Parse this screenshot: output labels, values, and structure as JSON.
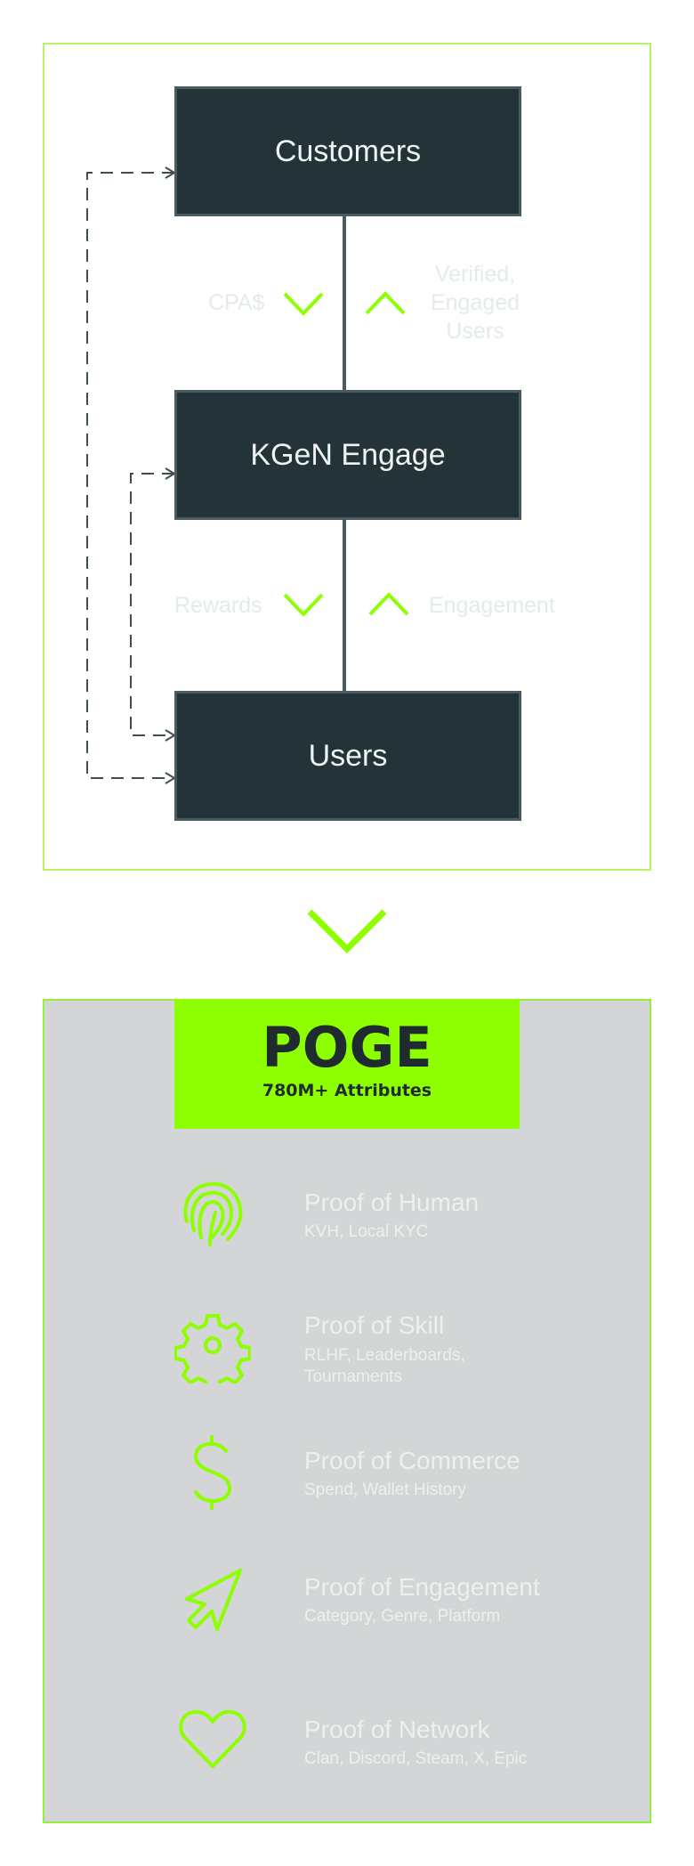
{
  "flow": {
    "nodes": {
      "customers": "Customers",
      "kgen": "KGeN Engage",
      "users": "Users"
    },
    "labels": {
      "cpa": "CPA$",
      "verified": [
        "Verified,",
        "Engaged",
        "Users"
      ],
      "rewards": "Rewards",
      "engagement": "Engagement"
    }
  },
  "poge": {
    "title": "POGE",
    "subtitle": "780M+ Attributes",
    "proofs": [
      {
        "icon": "fingerprint-icon",
        "title": "Proof of Human",
        "desc": [
          "KVH, Local KYC"
        ]
      },
      {
        "icon": "gear-icon",
        "title": "Proof of Skill",
        "desc": [
          "RLHF, Leaderboards,",
          "Tournaments"
        ]
      },
      {
        "icon": "dollar-icon",
        "title": "Proof of Commerce",
        "desc": [
          "Spend, Wallet History"
        ]
      },
      {
        "icon": "cursor-arrow-icon",
        "title": "Proof of Engagement",
        "desc": [
          "Category, Genre, Platform"
        ]
      },
      {
        "icon": "heart-icon",
        "title": "Proof of Network",
        "desc": [
          "Clan, Discord, Steam, X, Epic"
        ]
      }
    ]
  },
  "colors": {
    "accent_green": "#8dff00",
    "node_bg": "#233338",
    "panel_bg": "#d3d5d6"
  }
}
